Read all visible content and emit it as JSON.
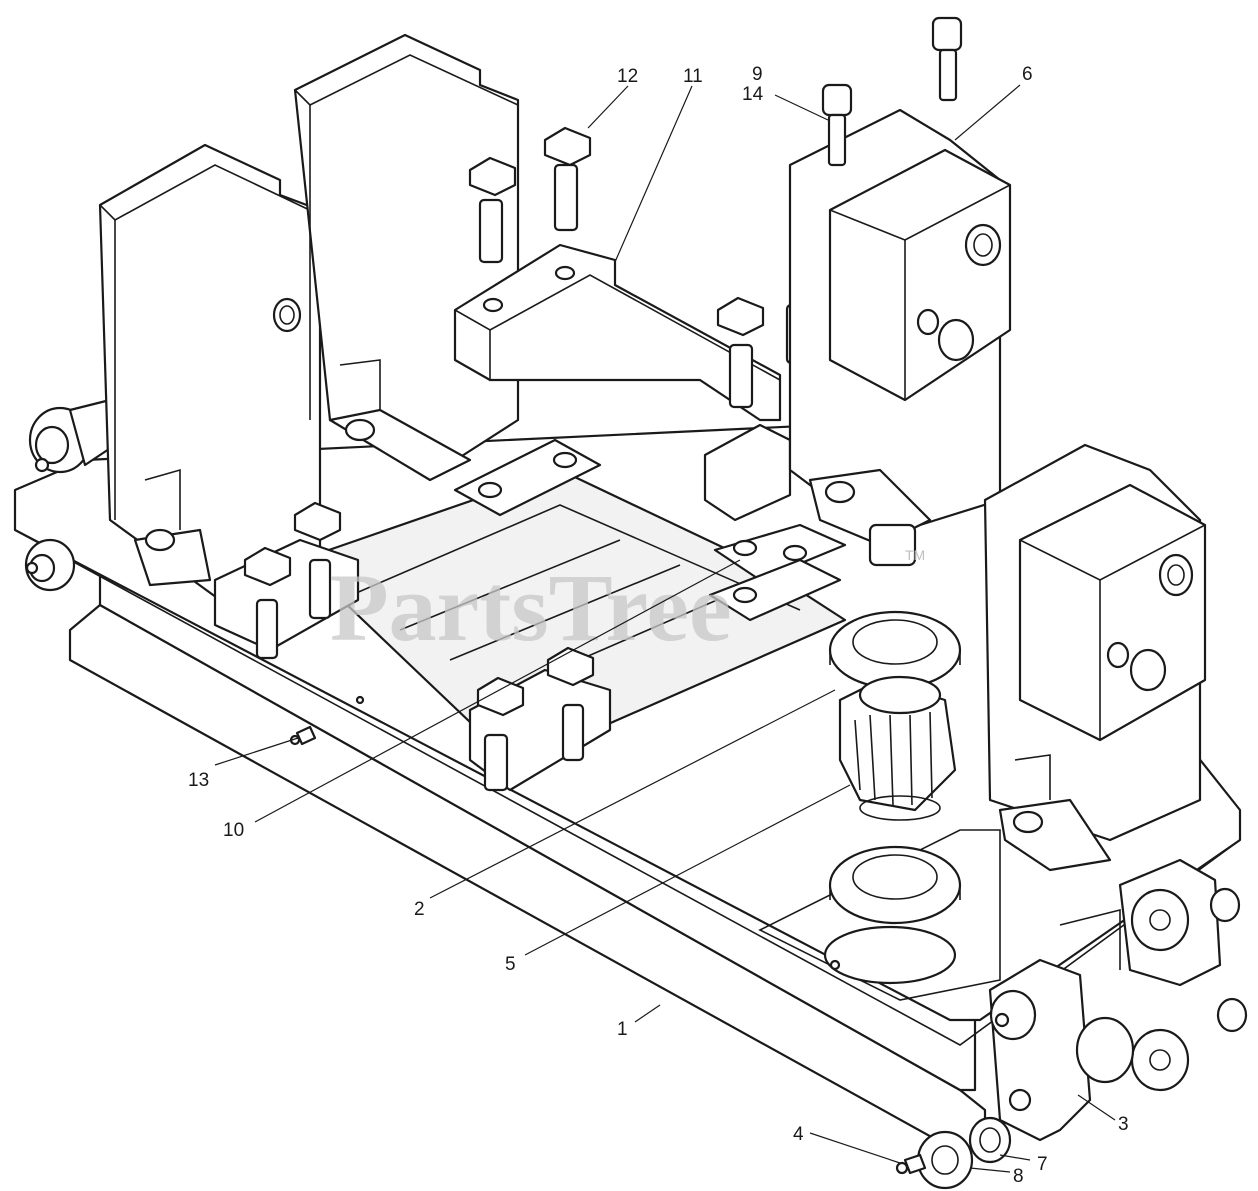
{
  "watermark": {
    "text": "PartsTree",
    "tm": "TM"
  },
  "callouts": {
    "c1": "1",
    "c2": "2",
    "c3": "3",
    "c4": "4",
    "c5": "5",
    "c6": "6",
    "c7": "7",
    "c8": "8",
    "c9": "9",
    "c10": "10",
    "c11": "11",
    "c12": "12",
    "c13": "13",
    "c14": "14"
  }
}
